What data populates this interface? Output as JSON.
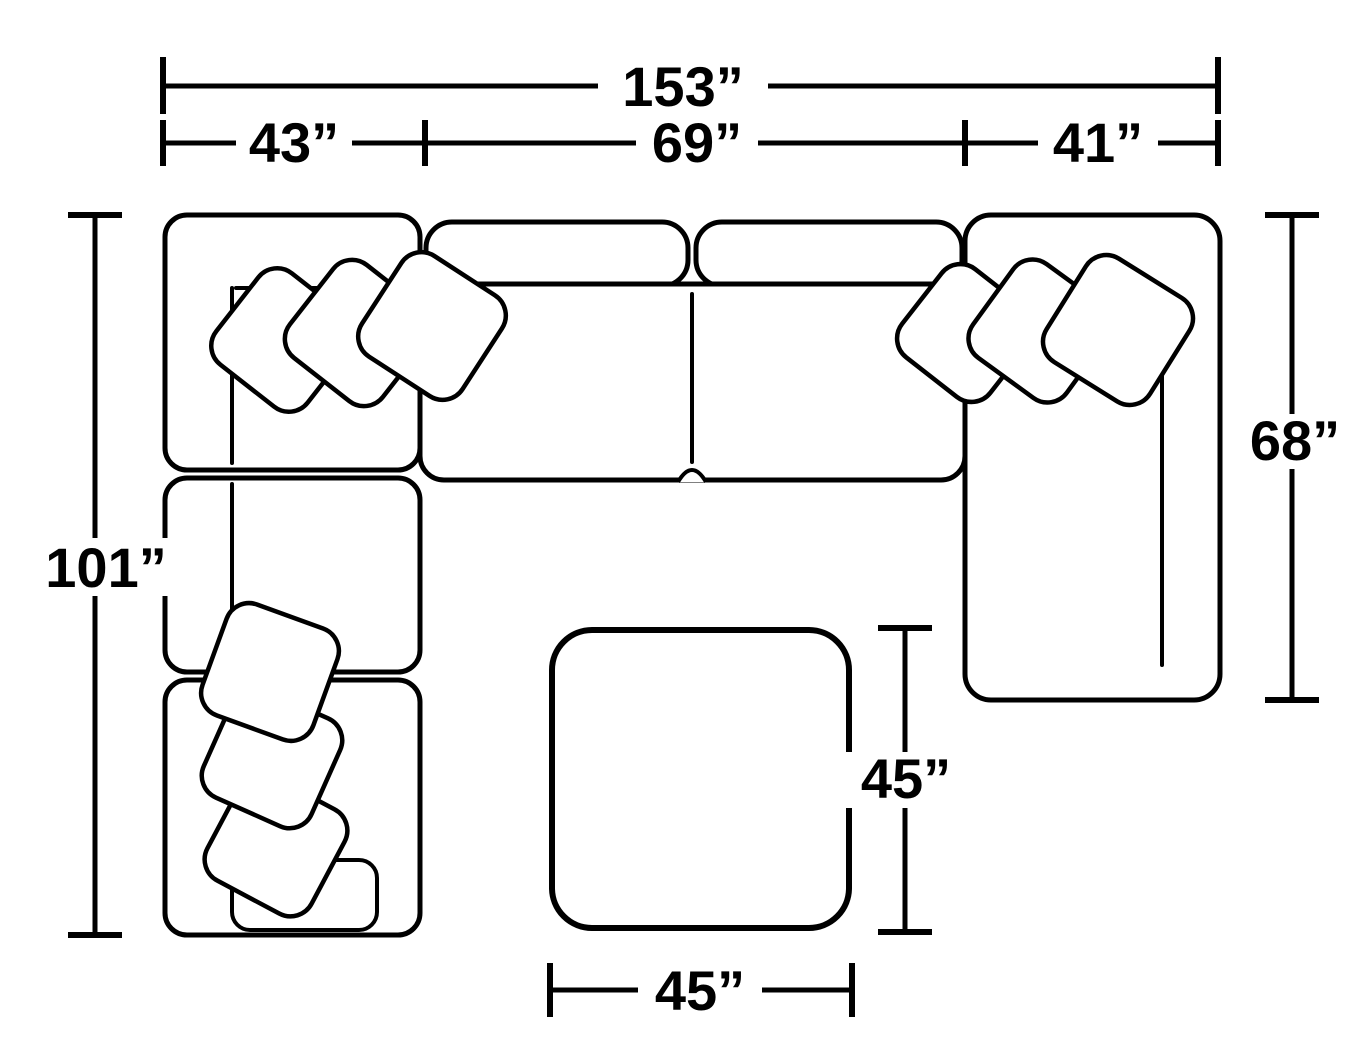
{
  "page": {
    "background": "#ffffff"
  },
  "diagram": {
    "subject": "Sectional sofa with ottoman, top-view dimension diagram",
    "line_color": "#000000",
    "fill_color": "#ffffff",
    "dimensions": {
      "total_width": "153”",
      "left_section_width": "43”",
      "center_section_width": "69”",
      "right_section_width": "41”",
      "left_side_depth": "101”",
      "right_side_depth": "68”",
      "ottoman_depth": "45”",
      "ottoman_width": "45”"
    }
  }
}
